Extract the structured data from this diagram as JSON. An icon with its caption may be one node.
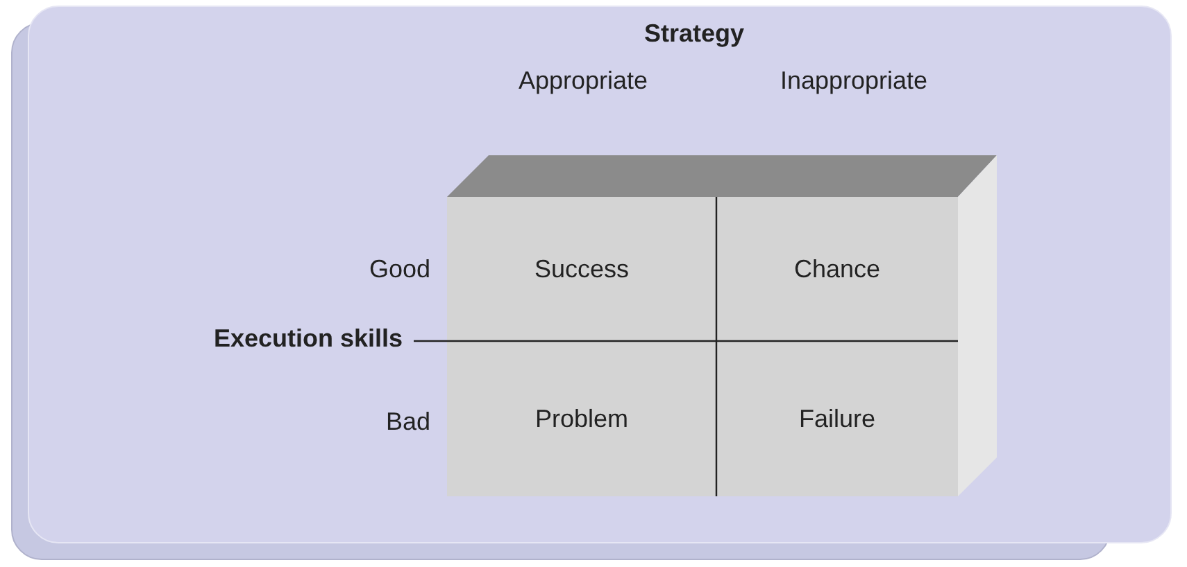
{
  "diagram": {
    "nodes": [
      {
        "text": [
          "Success"
        ]
      },
      {
        "text": [
          "Chance"
        ]
      },
      {
        "text": [
          "Problem"
        ]
      },
      {
        "text": [
          "Failure"
        ]
      }
    ],
    "labels": [
      "Strategy",
      "Appropriate",
      "Inappropriate",
      "Good",
      "Execution skills",
      "Bad"
    ]
  }
}
